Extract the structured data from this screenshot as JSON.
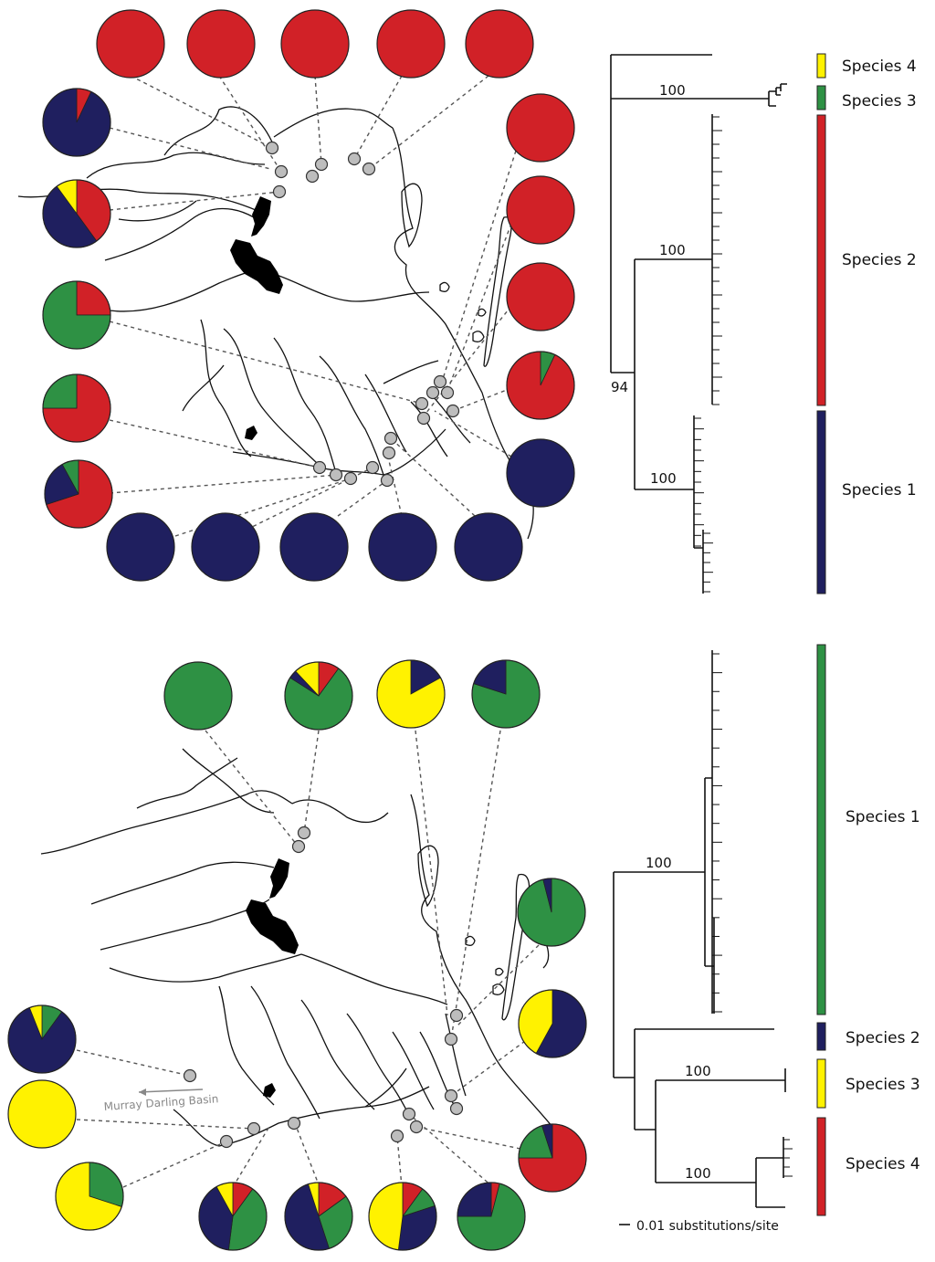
{
  "colors": {
    "red": "#d12127",
    "navy": "#1f1f5f",
    "green": "#2e9144",
    "yellow": "#fff200",
    "background": "#ffffff",
    "site": "#bdbdbd"
  },
  "top": {
    "tree": {
      "bootstrap": [
        "100",
        "100",
        "94",
        "100"
      ]
    },
    "legend": [
      {
        "label": "Species 4",
        "color": "yellow"
      },
      {
        "label": "Species 3",
        "color": "green"
      },
      {
        "label": "Species 2",
        "color": "red"
      },
      {
        "label": "Species 1",
        "color": "navy"
      }
    ],
    "pies": [
      {
        "id": "t-top-1",
        "slices": [
          [
            "red",
            1
          ]
        ]
      },
      {
        "id": "t-top-2",
        "slices": [
          [
            "red",
            1
          ]
        ]
      },
      {
        "id": "t-top-3",
        "slices": [
          [
            "red",
            1
          ]
        ]
      },
      {
        "id": "t-top-4",
        "slices": [
          [
            "red",
            1
          ]
        ]
      },
      {
        "id": "t-top-5",
        "slices": [
          [
            "red",
            1
          ]
        ]
      },
      {
        "id": "t-left-1",
        "slices": [
          [
            "red",
            0.07
          ],
          [
            "navy",
            0.93
          ]
        ]
      },
      {
        "id": "t-left-2",
        "slices": [
          [
            "red",
            0.4
          ],
          [
            "navy",
            0.5
          ],
          [
            "yellow",
            0.1
          ]
        ]
      },
      {
        "id": "t-left-3",
        "slices": [
          [
            "red",
            0.25
          ],
          [
            "green",
            0.75
          ]
        ]
      },
      {
        "id": "t-left-4",
        "slices": [
          [
            "red",
            0.75
          ],
          [
            "green",
            0.25
          ]
        ]
      },
      {
        "id": "t-left-5",
        "slices": [
          [
            "red",
            0.7
          ],
          [
            "navy",
            0.22
          ],
          [
            "green",
            0.08
          ]
        ]
      },
      {
        "id": "t-right-1",
        "slices": [
          [
            "red",
            1
          ]
        ]
      },
      {
        "id": "t-right-2",
        "slices": [
          [
            "red",
            1
          ]
        ]
      },
      {
        "id": "t-right-3",
        "slices": [
          [
            "red",
            1
          ]
        ]
      },
      {
        "id": "t-right-4",
        "slices": [
          [
            "green",
            0.07
          ],
          [
            "red",
            0.93
          ]
        ]
      },
      {
        "id": "t-right-5",
        "slices": [
          [
            "navy",
            1
          ]
        ]
      },
      {
        "id": "t-bot-1",
        "slices": [
          [
            "navy",
            1
          ]
        ]
      },
      {
        "id": "t-bot-2",
        "slices": [
          [
            "navy",
            1
          ]
        ]
      },
      {
        "id": "t-bot-3",
        "slices": [
          [
            "navy",
            1
          ]
        ]
      },
      {
        "id": "t-bot-4",
        "slices": [
          [
            "navy",
            1
          ]
        ]
      },
      {
        "id": "t-bot-5",
        "slices": [
          [
            "navy",
            1
          ]
        ]
      }
    ]
  },
  "bottom": {
    "tree": {
      "bootstrap": [
        "100",
        "100",
        "100"
      ]
    },
    "legend": [
      {
        "label": "Species 1",
        "color": "green"
      },
      {
        "label": "Species 2",
        "color": "navy"
      },
      {
        "label": "Species 3",
        "color": "yellow"
      },
      {
        "label": "Species 4",
        "color": "red"
      }
    ],
    "scale_label": "0.01 substitutions/site",
    "basin_label": "Murray Darling Basin",
    "pies": [
      {
        "id": "b-top-1",
        "slices": [
          [
            "green",
            1
          ]
        ]
      },
      {
        "id": "b-top-2",
        "slices": [
          [
            "red",
            0.1
          ],
          [
            "green",
            0.74
          ],
          [
            "navy",
            0.04
          ],
          [
            "yellow",
            0.12
          ]
        ]
      },
      {
        "id": "b-top-3",
        "slices": [
          [
            "navy",
            0.17
          ],
          [
            "yellow",
            0.83
          ]
        ]
      },
      {
        "id": "b-top-4",
        "slices": [
          [
            "green",
            0.8
          ],
          [
            "navy",
            0.2
          ]
        ]
      },
      {
        "id": "b-right-1",
        "slices": [
          [
            "green",
            0.96
          ],
          [
            "navy",
            0.04
          ]
        ]
      },
      {
        "id": "b-right-2",
        "slices": [
          [
            "navy",
            0.58
          ],
          [
            "yellow",
            0.42
          ]
        ]
      },
      {
        "id": "b-right-3",
        "slices": [
          [
            "red",
            0.75
          ],
          [
            "green",
            0.2
          ],
          [
            "navy",
            0.05
          ]
        ]
      },
      {
        "id": "b-left-1",
        "slices": [
          [
            "green",
            0.1
          ],
          [
            "navy",
            0.84
          ],
          [
            "yellow",
            0.06
          ]
        ]
      },
      {
        "id": "b-left-2",
        "slices": [
          [
            "yellow",
            1
          ]
        ]
      },
      {
        "id": "b-left-3",
        "slices": [
          [
            "green",
            0.3
          ],
          [
            "yellow",
            0.7
          ]
        ]
      },
      {
        "id": "b-bot-1",
        "slices": [
          [
            "red",
            0.1
          ],
          [
            "green",
            0.42
          ],
          [
            "navy",
            0.4
          ],
          [
            "yellow",
            0.08
          ]
        ]
      },
      {
        "id": "b-bot-2",
        "slices": [
          [
            "red",
            0.15
          ],
          [
            "green",
            0.3
          ],
          [
            "navy",
            0.5
          ],
          [
            "yellow",
            0.05
          ]
        ]
      },
      {
        "id": "b-bot-3",
        "slices": [
          [
            "red",
            0.1
          ],
          [
            "green",
            0.1
          ],
          [
            "navy",
            0.32
          ],
          [
            "yellow",
            0.48
          ]
        ]
      },
      {
        "id": "b-bot-4",
        "slices": [
          [
            "red",
            0.04
          ],
          [
            "green",
            0.71
          ],
          [
            "navy",
            0.25
          ]
        ]
      }
    ]
  }
}
